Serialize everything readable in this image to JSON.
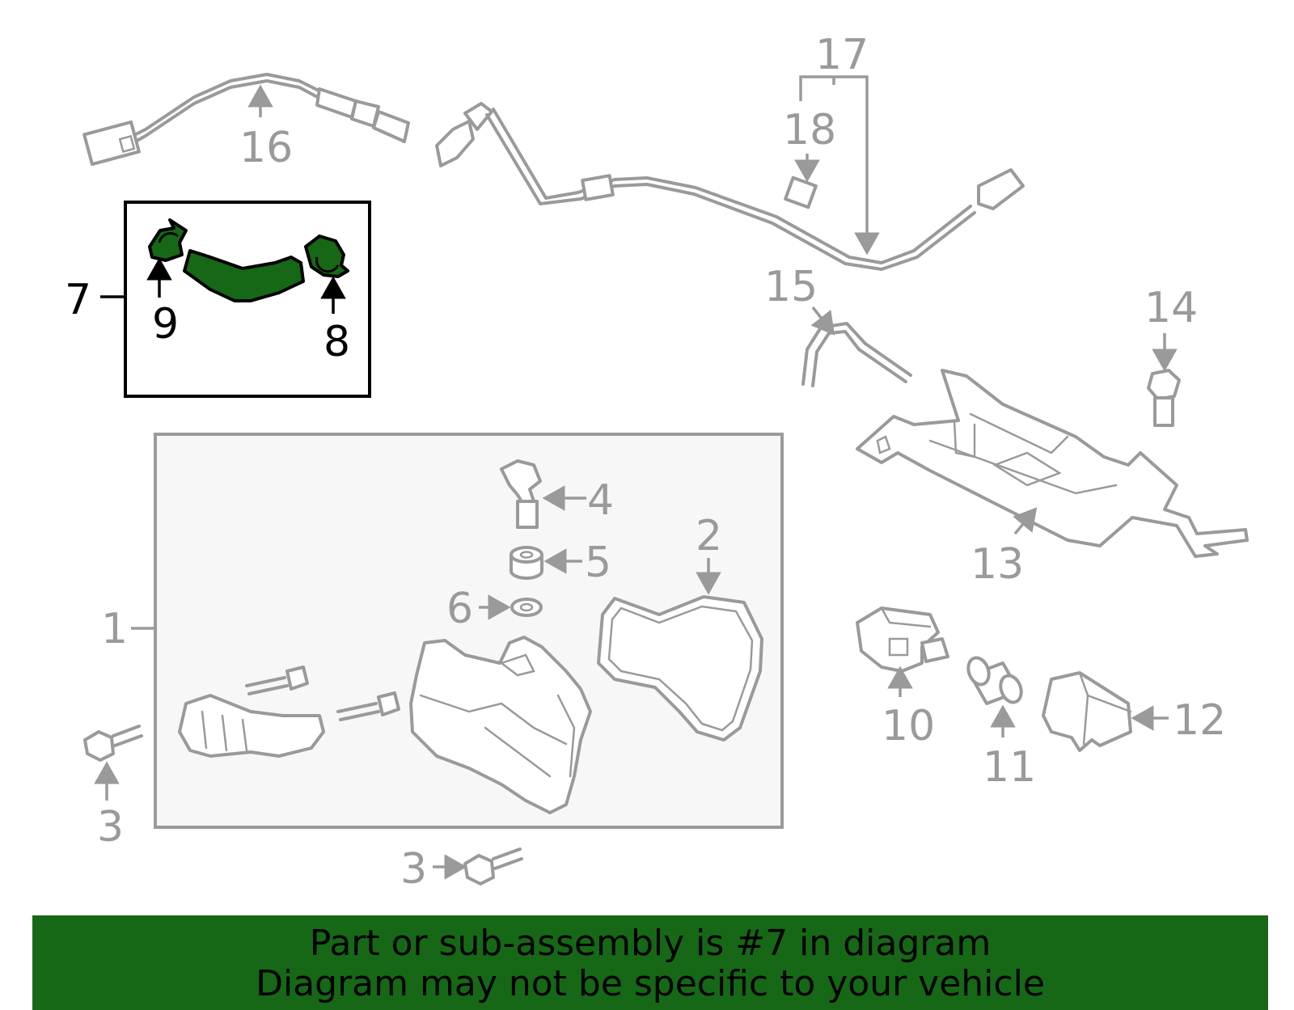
{
  "callouts": {
    "c1": "1",
    "c2": "2",
    "c3a": "3",
    "c3b": "3",
    "c4": "4",
    "c5": "5",
    "c6": "6",
    "c7": "7",
    "c8": "8",
    "c9": "9",
    "c10": "10",
    "c11": "11",
    "c12": "12",
    "c13": "13",
    "c14": "14",
    "c15": "15",
    "c16": "16",
    "c17": "17",
    "c18": "18"
  },
  "highlight": {
    "part": "7",
    "color": "#166816"
  },
  "banner": {
    "line1": "Part or sub-assembly is #7 in diagram",
    "line2": "Diagram may not be specific to your vehicle",
    "color": "#166816"
  }
}
